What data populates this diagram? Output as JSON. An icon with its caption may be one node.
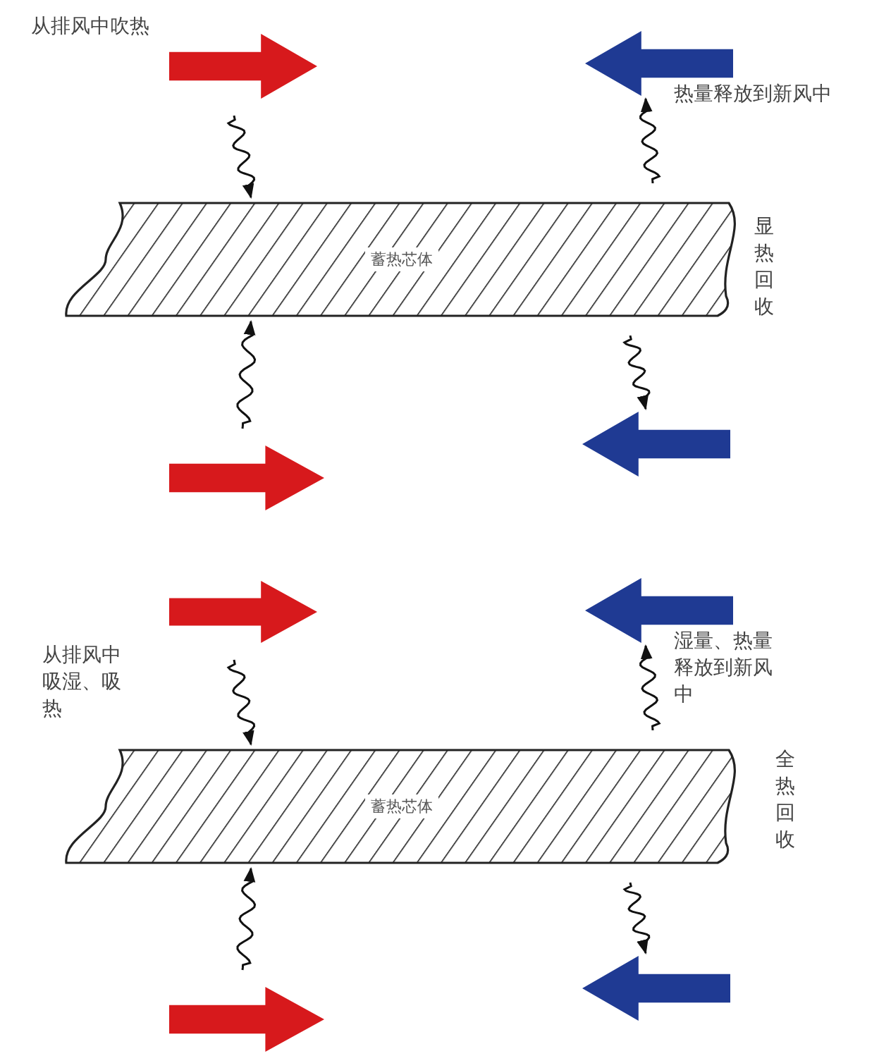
{
  "diagram": {
    "nodes": [
      {
        "text": [],
        "shape": "arrow"
      },
      {
        "text": [],
        "shape": "arrow"
      },
      {
        "text": [
          "蓄热芯体"
        ]
      },
      {
        "text": [],
        "shape": "arrow"
      },
      {
        "text": [],
        "shape": "arrow"
      },
      {
        "text": [],
        "shape": "arrow"
      },
      {
        "text": [],
        "shape": "arrow"
      },
      {
        "text": [
          "蓄热芯体"
        ]
      },
      {
        "text": [],
        "shape": "arrow"
      },
      {
        "text": [],
        "shape": "arrow"
      }
    ],
    "edges": [
      {
        "from": 0,
        "to": 2,
        "arrow": "to"
      },
      {
        "from": 2,
        "to": 1,
        "arrow": "to"
      },
      {
        "from": 3,
        "to": 2,
        "arrow": "to"
      },
      {
        "from": 2,
        "to": 4,
        "arrow": "to"
      },
      {
        "from": 5,
        "to": 7,
        "arrow": "to"
      },
      {
        "from": 7,
        "to": 6,
        "arrow": "to"
      },
      {
        "from": 8,
        "to": 7,
        "arrow": "to"
      },
      {
        "from": 7,
        "to": 9,
        "arrow": "to"
      }
    ],
    "labels": [
      "从排风中吹热",
      "热量释放到新风中",
      "显热回收",
      "从排风中吸湿、吸热",
      "湿量、热量释放到新风中",
      "全热回收"
    ]
  }
}
